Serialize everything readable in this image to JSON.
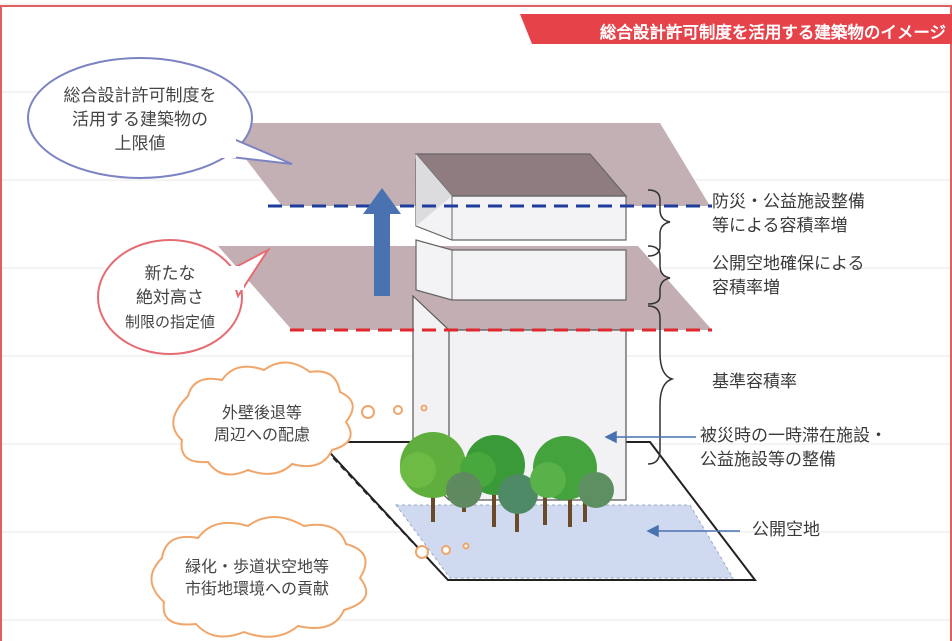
{
  "title": "総合設計許可制度を活用する建築物のイメージ",
  "callouts": {
    "upper_limit": [
      "総合設計許可制度を",
      "活用する建築物の",
      "上限値"
    ],
    "new_height": [
      "新たな",
      "絶対高さ",
      "制限の指定値"
    ],
    "setback": [
      "外壁後退等",
      "周辺への配慮"
    ],
    "greening": [
      "緑化・歩道状空地等",
      "市街地環境への貢献"
    ]
  },
  "labels": {
    "disaster_bonus": [
      "防災・公益施設整備",
      "等による容積率増"
    ],
    "open_space_bonus": [
      "公開空地確保による",
      "容積率増"
    ],
    "base_ratio": "基準容積率",
    "facility": [
      "被災時の一時滞在施設・",
      "公益施設等の整備"
    ],
    "public_open_space": "公開空地"
  },
  "colors": {
    "banner": "#e5424a",
    "plane": "#bda7ad",
    "blue_dash": "#1f3d9c",
    "red_dash": "#e0282e",
    "arrow": "#4a72b0",
    "blue_cloud": "#7d83c2",
    "red_cloud": "#e46c72",
    "orange_cloud": "#f0a66a",
    "tree_green": "#4a9e3a",
    "open_space": "#cfdaf0"
  }
}
